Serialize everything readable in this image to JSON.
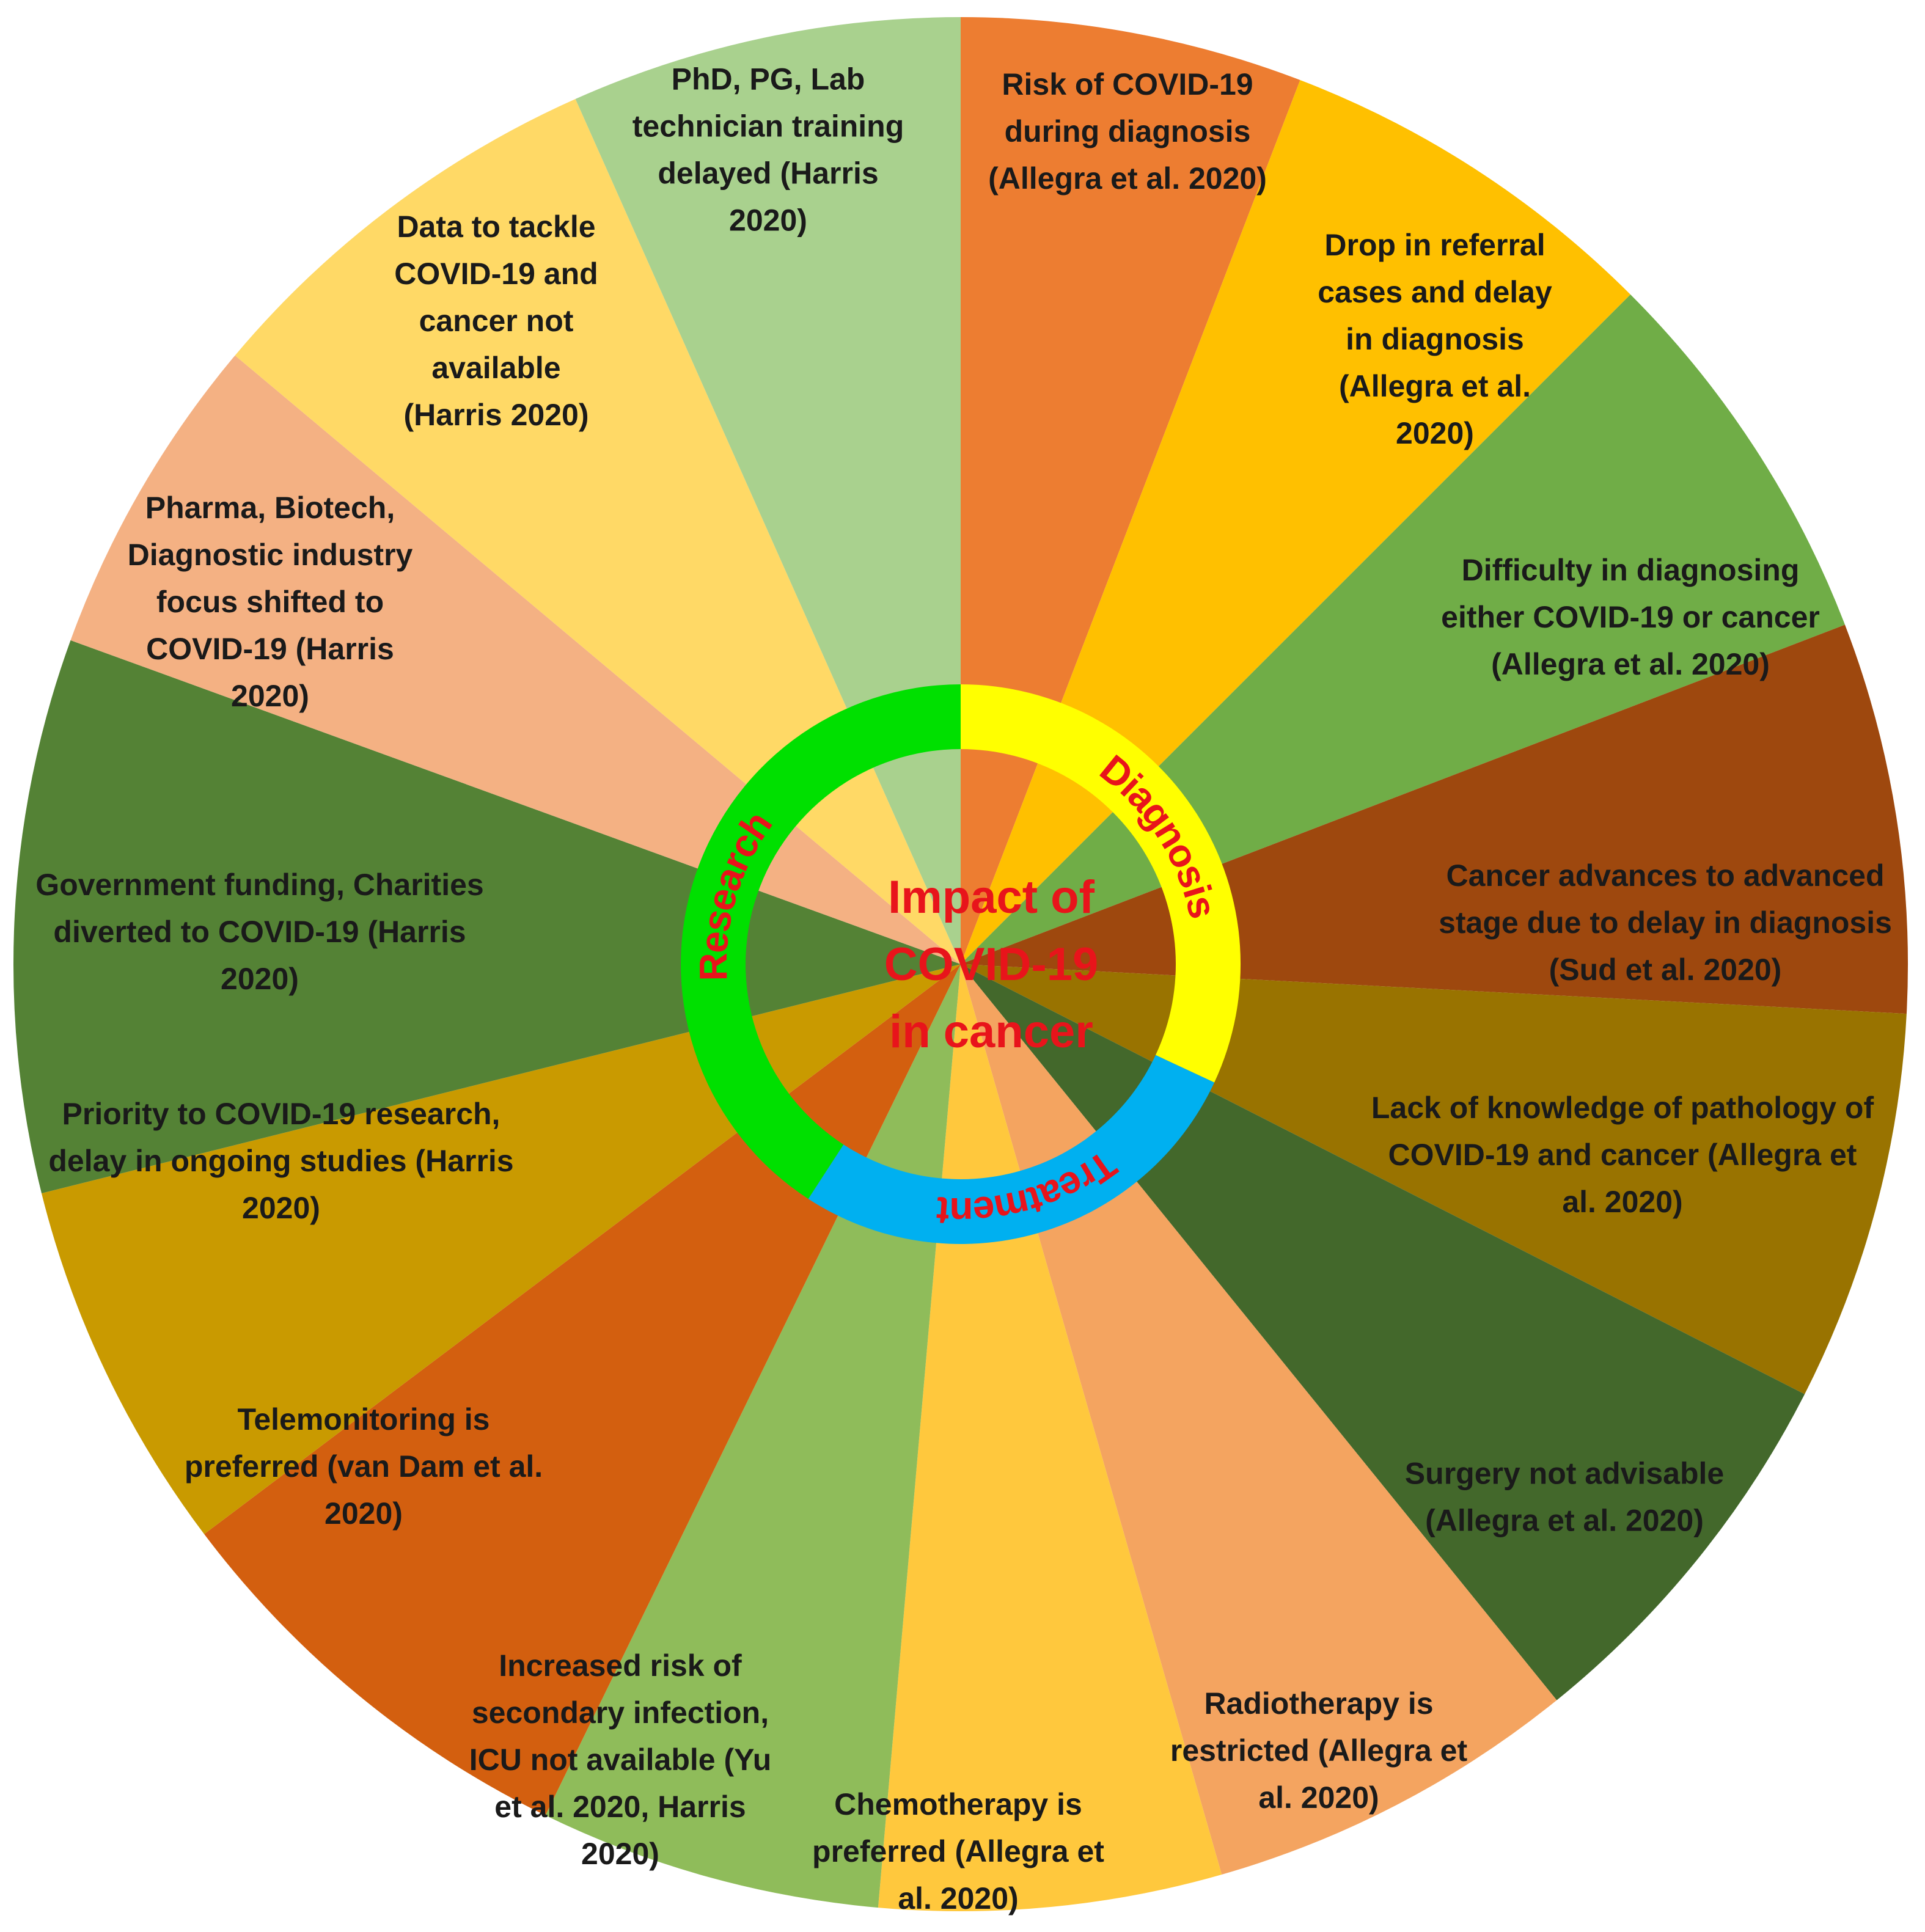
{
  "center_title": [
    "Impact of",
    "COVID-19",
    "in cancer"
  ],
  "ring": [
    {
      "label": "Diagnosis",
      "color": "#ffff00",
      "from": 0,
      "to": 115
    },
    {
      "label": "Treatment",
      "color": "#00b0f0",
      "from": 115,
      "to": 213
    },
    {
      "label": "Research",
      "color": "#00e000",
      "from": 213,
      "to": 360
    }
  ],
  "segments": [
    {
      "from": 0,
      "to": 21,
      "color": "#ed7d31",
      "lines": [
        "Risk of COVID-19",
        "during diagnosis",
        "(Allegra et al. 2020)"
      ]
    },
    {
      "from": 21,
      "to": 45,
      "color": "#ffc000",
      "lines": [
        "Drop in referral",
        "cases and delay",
        "in diagnosis",
        "(Allegra et al.",
        "2020)"
      ]
    },
    {
      "from": 45,
      "to": 69,
      "color": "#70ad47",
      "lines": [
        "Difficulty in diagnosing",
        "either COVID-19 or cancer",
        "(Allegra et al. 2020)"
      ]
    },
    {
      "from": 69,
      "to": 93,
      "color": "#9e480e",
      "lines": [
        "Cancer advances to advanced",
        "stage due to delay in diagnosis",
        "(Sud et al. 2020)"
      ]
    },
    {
      "from": 93,
      "to": 117,
      "color": "#997300",
      "lines": [
        "Lack of knowledge of pathology of",
        "COVID-19 and cancer (Allegra et",
        "al. 2020)"
      ]
    },
    {
      "from": 117,
      "to": 141,
      "color": "#43682b",
      "lines": [
        "Surgery not advisable",
        "(Allegra et al. 2020)"
      ]
    },
    {
      "from": 141,
      "to": 164,
      "color": "#f4a460",
      "lines": [
        "Radiotherapy is",
        "restricted (Allegra et",
        "al. 2020)"
      ]
    },
    {
      "from": 164,
      "to": 185,
      "color": "#ffc83d",
      "lines": [
        "Chemotherapy is",
        "preferred (Allegra et",
        "al. 2020)"
      ]
    },
    {
      "from": 185,
      "to": 206,
      "color": "#8fbc5a",
      "lines": [
        "Increased risk of",
        "secondary infection,",
        "ICU not available (Yu",
        "et al. 2020, Harris",
        "2020)"
      ]
    },
    {
      "from": 206,
      "to": 233,
      "color": "#d35f0f",
      "lines": [
        "Telemonitoring is",
        "preferred (van Dam et al.",
        "2020)"
      ]
    },
    {
      "from": 233,
      "to": 256,
      "color": "#c99a00",
      "lines": [
        "Priority to COVID-19 research,",
        "delay in ongoing studies (Harris",
        "2020)"
      ]
    },
    {
      "from": 256,
      "to": 290,
      "color": "#548235",
      "lines": [
        "Government funding, Charities",
        "diverted to COVID-19 (Harris",
        "2020)"
      ]
    },
    {
      "from": 290,
      "to": 310,
      "color": "#f4b183",
      "lines": [
        "Pharma, Biotech,",
        "Diagnostic industry",
        "focus shifted to",
        "COVID-19 (Harris",
        "2020)"
      ]
    },
    {
      "from": 310,
      "to": 336,
      "color": "#ffd966",
      "lines": [
        "Data to tackle",
        "COVID-19 and",
        "cancer not",
        "available",
        "(Harris 2020)"
      ]
    },
    {
      "from": 336,
      "to": 360,
      "color": "#a9d18e",
      "lines": [
        "PhD, PG, Lab",
        "technician training",
        "delayed (Harris",
        "2020)"
      ]
    }
  ]
}
